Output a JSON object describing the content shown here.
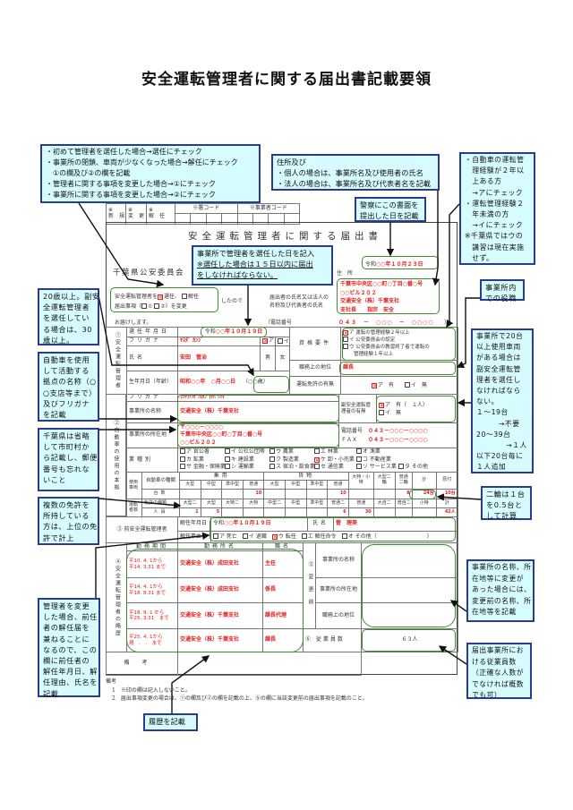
{
  "title": "安全運転管理者に関する届出書記載要領",
  "colors": {
    "accent_red": "#e31b1b",
    "highlight_green": "#3f8a2f",
    "callout_fill": "#d6fcff",
    "callout_border": "#2b3a92"
  },
  "form": {
    "code": {
      "new": [
        "※",
        "新　規"
      ],
      "change": [
        "※",
        "変　更"
      ],
      "dismiss": [
        "※",
        "解　任"
      ],
      "station": "※署コード",
      "operator": "※事業者コード"
    },
    "heading": "安全運転管理者に関する届出書",
    "date_era": "令和",
    "date_value": "○○年１０月２３日",
    "addressee": "千葉県公安委員会",
    "notice": {
      "prefix": "安全運転管理者を",
      "select": "選任、",
      "dismiss": "解任",
      "items_label": "届出事項（",
      "item1": "①",
      "item2": "②",
      "change": "）を変更",
      "suffix": "したので"
    },
    "address_label": [
      "住",
      "所"
    ],
    "submitter_label": [
      "届出者の氏名又は法人の",
      "名称及び代表者の氏名"
    ],
    "address_lines": [
      "千葉市中央区○○町○丁目○番○号",
      "○○ビル２０２",
      "交通安全（株）千葉支社",
      "支社長　　指宗　安全"
    ],
    "closing": "お届けします。",
    "phone_label": "（電話番号",
    "phone_value": "０４３　－　○○○　－　○○○○",
    "phone_close": "）",
    "manager": {
      "section": "①安全運転管理者",
      "appointed_label": "選任年月日",
      "appointed_era": "令和",
      "appointed_value": "○○年１０月１９日",
      "furigana_label": "フリガナ",
      "furigana": "ﾔｽﾀﾞ ｶﾝｼﾞ",
      "opt_a": "ア",
      "opt_i": "イ",
      "name_label": "氏名",
      "name": "安田　管治",
      "male": "男",
      "female": "女",
      "birth_label": "生年月日（年齢）",
      "birth": "昭和○○年　○月○○日",
      "age": "（○○歳）",
      "qual_label": "資格要件",
      "qual": [
        {
          "mark": "ア",
          "text": "運転の管理経験２年以上",
          "checked": true
        },
        {
          "mark": "イ",
          "text": "公安委員会の認定",
          "checked": false
        },
        {
          "mark": "ウ",
          "text": "公安委員会の教習終了者で運転の",
          "checked": false
        }
      ],
      "qual_cont": "管理経験１年以上",
      "position_label": "職務上の地位",
      "position": "課長",
      "license_label": "運転免許の有無",
      "license_yes": "ア　有",
      "license_no": "イ　無"
    },
    "office": {
      "section": "②自動車の使用の本拠",
      "furigana_label": "フリガナ",
      "furigana": "ｺｳﾂｳｱﾝｾﾞﾝ(ｶﾌﾞ)ﾁﾊﾞｼｼｬ",
      "name_label": "事業所の名称",
      "name": "交通安全（株）千葉支社",
      "deputy_label": "副安全運転管理者の有無",
      "deputy_yes": "ア　有（　１人）",
      "deputy_no": "イ　無",
      "location_label": "事業所の所在地",
      "location": [
        "〒○○○－○○○○",
        "千葉市中央区○○町○丁目○番○号",
        "○○ビル２０２"
      ],
      "tel_label": "電話番号",
      "tel": "０４３－○○○－○○○○",
      "fax_label": "ＦＡＸ",
      "fax": "０４３－○○○－○○○○",
      "industry_label": "業種別",
      "industries": [
        [
          {
            "l": "ア 官公署"
          },
          {
            "l": "イ 公社公団等"
          },
          {
            "l": "ウ 農業"
          },
          {
            "l": "エ 林業"
          },
          {
            "l": "オ 漁業"
          }
        ],
        [
          {
            "l": "カ 鉱業"
          },
          {
            "l": "キ 建設業"
          },
          {
            "l": "ク 製造業"
          },
          {
            "l": "ケ 卸・小売業",
            "checked": true
          },
          {
            "l": "コ 不動産業"
          }
        ],
        [
          {
            "l": "サ 金融・保険業"
          },
          {
            "l": "シ 運輸業"
          },
          {
            "l": "ス 宿泊・飲食業"
          },
          {
            "l": "セ 通信業"
          },
          {
            "l": "ソ サービス業"
          },
          {
            "l": "タ その他"
          }
        ]
      ]
    },
    "vehicles": {
      "used_label": "使用車両",
      "kind_label": "自動車の種類",
      "passenger": "乗用",
      "cargo": "貨物",
      "special": "大特・小特",
      "large_moto": "大型二輪",
      "std_moto": "普通二輪",
      "total": "計",
      "moped": "原付",
      "sizes": [
        "大型",
        "中型",
        "準中型",
        "普通",
        "大型",
        "中型",
        "準中型",
        "普通"
      ],
      "count_label": "台数",
      "counts": [
        "",
        "",
        "",
        "10",
        "",
        "",
        "",
        "10",
        "",
        "",
        "8",
        "24台",
        "10台"
      ],
      "drivers_label": "運転者数",
      "license_type_label": "免許の種類",
      "license_types": [
        "大型二",
        "大型",
        "大特二",
        "大特",
        "中型二",
        "中型",
        "準中型",
        "普通二",
        "普通",
        "大自二",
        "普自二",
        "小特",
        "計"
      ],
      "persons_label": "人員",
      "persons": [
        "1",
        "5",
        "",
        "",
        "",
        "",
        "",
        "6",
        "30",
        "",
        "",
        "",
        "42人"
      ]
    },
    "previous": {
      "section": "③ 前安全運転管理者",
      "dismissed_label": "解任年月日",
      "dismissed_era": "令和",
      "dismissed_value": "○○年１０月１９日",
      "name_label": "氏名",
      "name": "管　理美",
      "reason_label": "解任事由",
      "reasons": [
        {
          "l": "ア 死亡"
        },
        {
          "l": "イ 退職"
        },
        {
          "l": "ウ 転任",
          "checked": true
        },
        {
          "l": "エ 解任命令"
        },
        {
          "l": "オ その他（"
        }
      ],
      "reason_close": "）"
    },
    "history": {
      "section": "④安全運転管理者の略歴",
      "period_label": "勤務期間",
      "workplace_label": "勤務所名",
      "title_label": "職名",
      "rows": [
        {
          "from": "平10. 4. 1から",
          "to": "平14. 3.31 まで",
          "workplace": "交通安全（株）成田支社",
          "title": "主任"
        },
        {
          "from": "平14. 4. 1から",
          "to": "平18. 8.31 まで",
          "workplace": "交通安全（株）成田支社",
          "title": "係長"
        },
        {
          "from": "平18. 9. 1 から",
          "to": "平25. 3.31　まで",
          "workplace": "交通安全（株）千葉支社",
          "title": "課長代理"
        },
        {
          "from": "平25. 4. 1から",
          "to": "現　.　.　まで",
          "workplace": "交通安全（株）千葉支社",
          "title": "課長"
        }
      ]
    },
    "before_change": {
      "section": "⑤変更前",
      "name_label": "事業所の名称",
      "location_label": "事業所の所在地",
      "position_label": "職務上の地位"
    },
    "employees": {
      "label": "⑥ 従業員数",
      "value": "６３人"
    },
    "remarks_label": "備考",
    "notes": {
      "heading": "備考",
      "items": [
        "1　※印の欄は記入しないこと。",
        "2　届出事項変更の場合は、①の欄及び②の欄を記載の上、⑤の欄に当該変更前の届出事項を記載のこと。"
      ]
    }
  },
  "callouts": [
    {
      "name": "check-instructions",
      "lines": [
        "・初めて管理者を選任した場合→選任にチェック",
        "・事業所の閉鎖、車両が少なくなった場合→解任にチェック",
        "　①の欄及び②の欄を記載",
        "・管理者に関する事項を変更した場合→①にチェック",
        "・事業所に関する事項を変更した場合→②にチェック"
      ]
    },
    {
      "name": "address-instructions",
      "lines": [
        "住所及び",
        "・個人の場合は、事業所名及び使用者の氏名",
        "・法人の場合は、事業所名及び代表者名を記載"
      ]
    },
    {
      "name": "submission-date",
      "lines": [
        "警察にこの書面を",
        "提出した日を記載"
      ]
    },
    {
      "name": "appointment-date",
      "lines": [
        "事業所で管理者を選任した日を記入",
        "※選任した場合は１５日以内に届出",
        "をしなければならない。"
      ]
    },
    {
      "name": "qualification",
      "lines": [
        "・自動車の運転管",
        "　理経験が２年以",
        "　上ある方",
        "　→アにチェック",
        "・運転管理経験２",
        "　年未満の方",
        "　→イにチェック",
        "※千葉県ではウの",
        "　講習は現在実施",
        "　せず。"
      ]
    },
    {
      "name": "age-requirement",
      "lines": [
        "20歳以上。副安",
        "全運転管理者",
        "を選任してい",
        "る場合は、30",
        "歳以上。"
      ]
    },
    {
      "name": "office-name",
      "lines": [
        "自動車を使用",
        "して活動する",
        "拠点の名称（○",
        "○支店等まで）",
        "及びフリガナ",
        "を記載"
      ]
    },
    {
      "name": "office-address",
      "lines": [
        "千葉県は省略",
        "して市町村か",
        "ら記載し、郵便",
        "番号も忘れな",
        "いこと"
      ]
    },
    {
      "name": "multiple-licenses",
      "lines": [
        "複数の免許を",
        "所持している",
        "方は、上位の免",
        "許で計上"
      ]
    },
    {
      "name": "position",
      "lines": [
        "事業所内",
        "での役職"
      ]
    },
    {
      "name": "deputy-rule",
      "lines": [
        "事業所で20台",
        "以上使用車両",
        "がある場合は",
        "副安全運転管",
        "理者を選任し",
        "なければなら",
        "ない。",
        "１～19台",
        "　　　→不要",
        "20～39台",
        "　　　　→１人",
        "以下20台毎に",
        "１人追加"
      ]
    },
    {
      "name": "motorcycle-count",
      "lines": [
        "二輪は１台",
        "を0.5台と",
        "して計算"
      ]
    },
    {
      "name": "previous-manager",
      "lines": [
        "管理者を変更",
        "した場合、前任",
        "者の解任届を",
        "兼ねることに",
        "なるので、この",
        "欄に前任者の",
        "解任年月日、解",
        "任理由、氏名を",
        "記載"
      ]
    },
    {
      "name": "before-change",
      "lines": [
        "事業所の名称、所",
        "在地等に変更が",
        "あった場合には、",
        "変更前の名称、所",
        "在地等を記載"
      ]
    },
    {
      "name": "employee-count",
      "lines": [
        "届出事業所にお",
        "ける従業員数",
        "（正確な人数が",
        "でなければ概数",
        "でも可）"
      ]
    },
    {
      "name": "history",
      "lines": [
        "履歴を記載"
      ]
    }
  ]
}
